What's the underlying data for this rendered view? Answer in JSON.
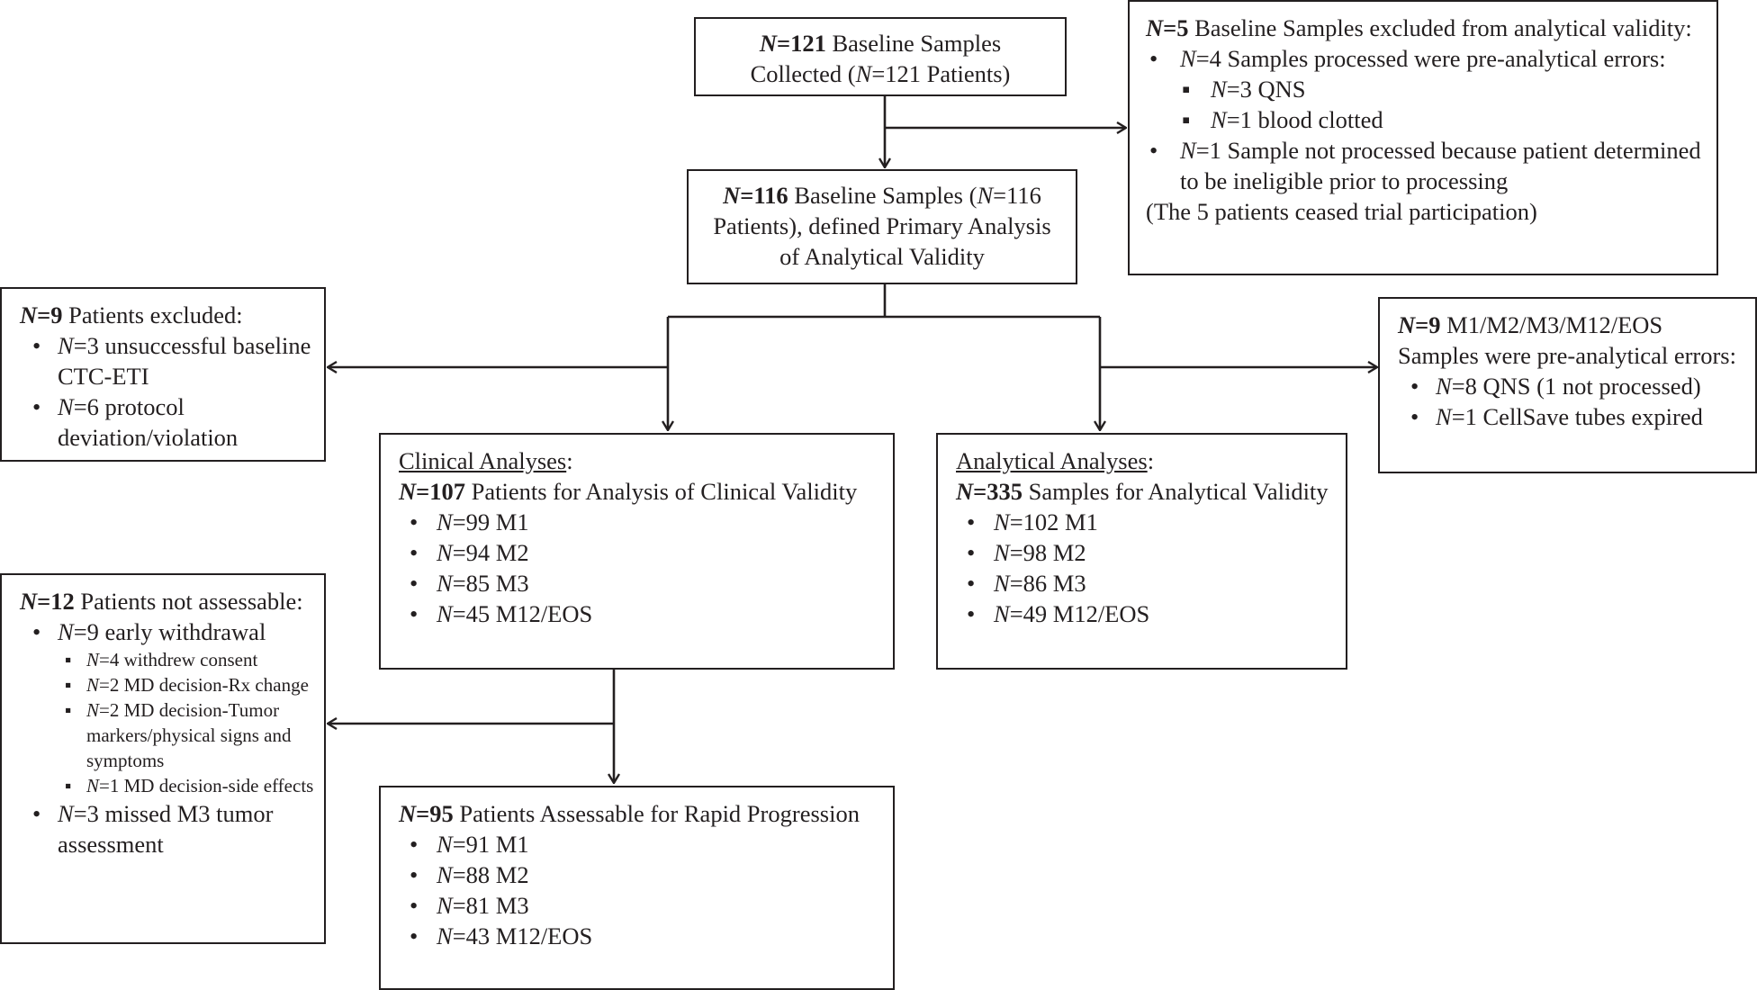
{
  "boxes": {
    "collected": {
      "line1_n": "N",
      "line1_val": "=121",
      "line1_rest": " Baseline Samples",
      "line2_pre": "Collected (",
      "line2_n": "N",
      "line2_rest": "=121 Patients)"
    },
    "excluded_baseline": {
      "head_n": "N",
      "head_val": "=5",
      "head_rest": " Baseline Samples excluded from analytical validity:",
      "b1_n": "N",
      "b1_rest": "=4 Samples processed were pre-analytical errors:",
      "b1a_n": "N",
      "b1a_rest": "=3 QNS",
      "b1b_n": "N",
      "b1b_rest": "=1 blood clotted",
      "b2_n": "N",
      "b2_rest": "=1 Sample not processed because patient determined to be ineligible prior to processing",
      "note": "(The 5 patients ceased trial participation)"
    },
    "primary": {
      "n": "N",
      "val": "=116",
      "rest1": " Baseline Samples (",
      "n2": "N",
      "rest2": "=116 Patients), defined Primary Analysis of Analytical Validity"
    },
    "patients_excluded": {
      "head_n": "N",
      "head_val": "=9",
      "head_rest": " Patients excluded:",
      "b1_n": "N",
      "b1_rest": "=3 unsuccessful baseline CTC-ETI",
      "b2_n": "N",
      "b2_rest": "=6 protocol deviation/violation"
    },
    "preanalytical": {
      "head_n": "N",
      "head_val": "=9",
      "head_rest": " M1/M2/M3/M12/EOS Samples were pre-analytical errors:",
      "b1_n": "N",
      "b1_rest": "=8 QNS (1 not processed)",
      "b2_n": "N",
      "b2_rest": "=1 CellSave tubes expired"
    },
    "clinical": {
      "title": "Clinical Analyses",
      "colon": ":",
      "head_n": "N",
      "head_val": "=107",
      "head_rest": " Patients for Analysis of Clinical Validity",
      "items": [
        {
          "n": "N",
          "rest": "=99 M1"
        },
        {
          "n": "N",
          "rest": "=94 M2"
        },
        {
          "n": "N",
          "rest": "=85 M3"
        },
        {
          "n": "N",
          "rest": "=45 M12/EOS"
        }
      ]
    },
    "analytical": {
      "title": "Analytical Analyses",
      "colon": ":",
      "head_n": "N",
      "head_val": "=335",
      "head_rest": " Samples for Analytical Validity",
      "items": [
        {
          "n": "N",
          "rest": "=102 M1"
        },
        {
          "n": "N",
          "rest": "=98 M2"
        },
        {
          "n": "N",
          "rest": "=86 M3"
        },
        {
          "n": "N",
          "rest": "=49 M12/EOS"
        }
      ]
    },
    "not_assessable": {
      "head_n": "N",
      "head_val": "=12",
      "head_rest": " Patients not assessable:",
      "b1_n": "N",
      "b1_rest": "=9 early withdrawal",
      "sub": [
        {
          "n": "N",
          "rest": "=4 withdrew consent"
        },
        {
          "n": "N",
          "rest": "=2 MD decision-Rx change"
        },
        {
          "n": "N",
          "rest": "=2 MD decision-Tumor markers/physical signs and symptoms"
        },
        {
          "n": "N",
          "rest": "=1 MD decision-side effects"
        }
      ],
      "b2_n": "N",
      "b2_rest": "=3 missed M3 tumor assessment"
    },
    "rapid": {
      "head_n": "N",
      "head_val": "=95",
      "head_rest": " Patients Assessable for Rapid Progression",
      "items": [
        {
          "n": "N",
          "rest": "=91 M1"
        },
        {
          "n": "N",
          "rest": "=88 M2"
        },
        {
          "n": "N",
          "rest": "=81 M3"
        },
        {
          "n": "N",
          "rest": "=43 M12/EOS"
        }
      ]
    }
  },
  "markers": {
    "bullet": "•",
    "square": "▪"
  }
}
